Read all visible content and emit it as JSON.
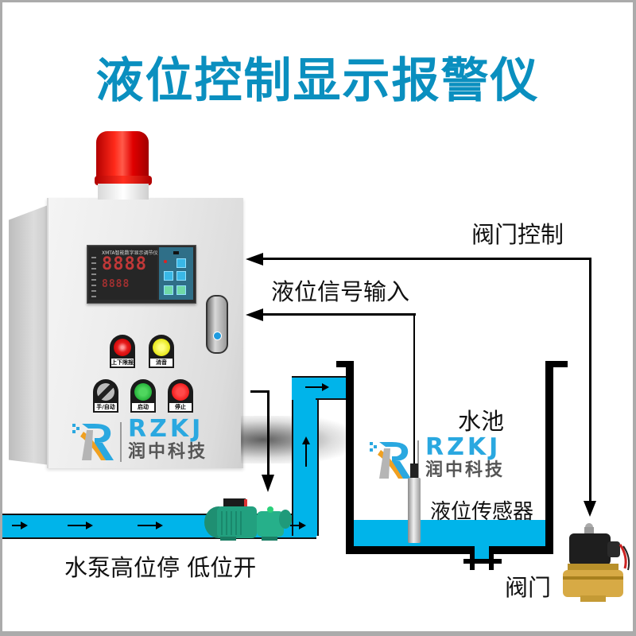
{
  "title": "液位控制显示报警仪",
  "colors": {
    "title": "#0a8fbf",
    "pipe": "#00b4ea",
    "line": "#000000",
    "logo_blue": "#2aa8e0",
    "logo_gray": "#555555",
    "frame": "#ababab"
  },
  "labels": {
    "valve_control": "阀门控制",
    "level_signal_input": "液位信号输入",
    "pool": "水池",
    "level_sensor": "液位传感器",
    "pump_rule": "水泵高位停  低位开",
    "valve": "阀门"
  },
  "cabinet": {
    "controller": {
      "header": "XMTA智能数字显示调节仪",
      "main_display": "8888",
      "sub_display": "8888"
    },
    "buttons": [
      {
        "label": "上下限报警",
        "color": "#e81e1e"
      },
      {
        "label": "消音",
        "color": "#e6e614"
      },
      {
        "label": "手/自动",
        "color": "#5a5a5a"
      },
      {
        "label": "启动",
        "color": "#1aa830"
      },
      {
        "label": "停止",
        "color": "#ee1111"
      }
    ]
  },
  "logo": {
    "en": "RZKJ",
    "cn": "润中科技"
  },
  "icons": {
    "beacon": "alarm-beacon-icon",
    "pump": "water-pump-icon",
    "valve": "solenoid-valve-icon",
    "sensor": "level-sensor-icon"
  }
}
